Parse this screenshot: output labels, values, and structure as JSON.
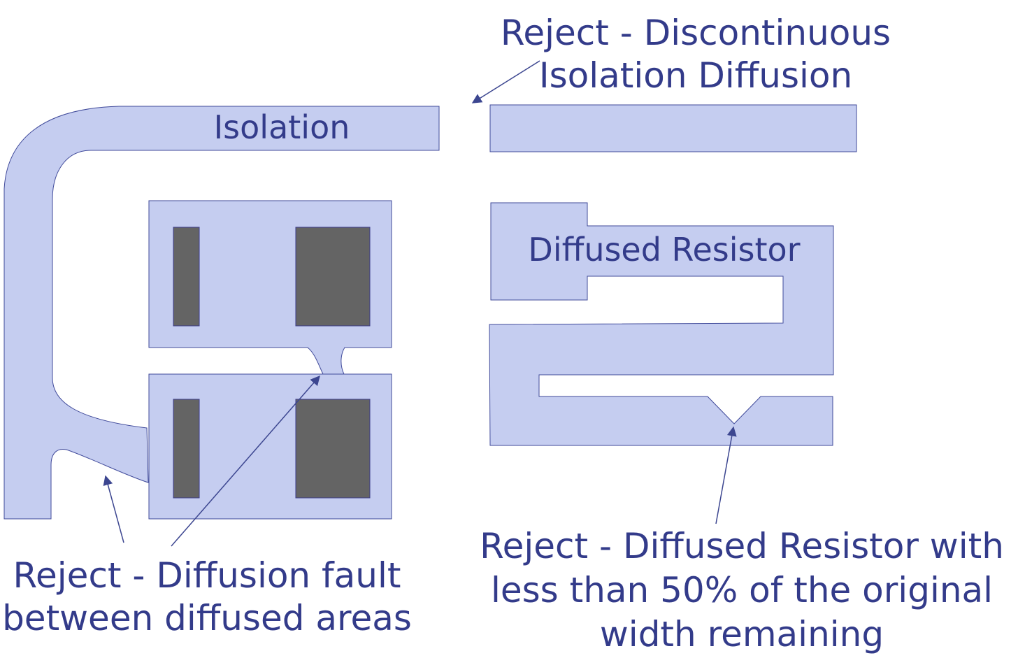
{
  "labels": {
    "isolation": "Isolation",
    "resistor": "Diffused Resistor"
  },
  "callouts": {
    "discontinuous": {
      "line1": "Reject - Discontinuous",
      "line2": "Isolation Diffusion"
    },
    "diffusion_fault": {
      "line1": "Reject - Diffusion fault",
      "line2": "between diffused areas"
    },
    "resistor_width": {
      "line1": "Reject - Diffused Resistor with",
      "line2": "less than 50% of the original",
      "line3": "width remaining"
    }
  },
  "colors": {
    "diffusion_fill": "#c5cdf0",
    "diffusion_outline": "#404a9a",
    "contact_fill": "#646464",
    "text": "#333b8a",
    "pointer": "#3c4690"
  }
}
